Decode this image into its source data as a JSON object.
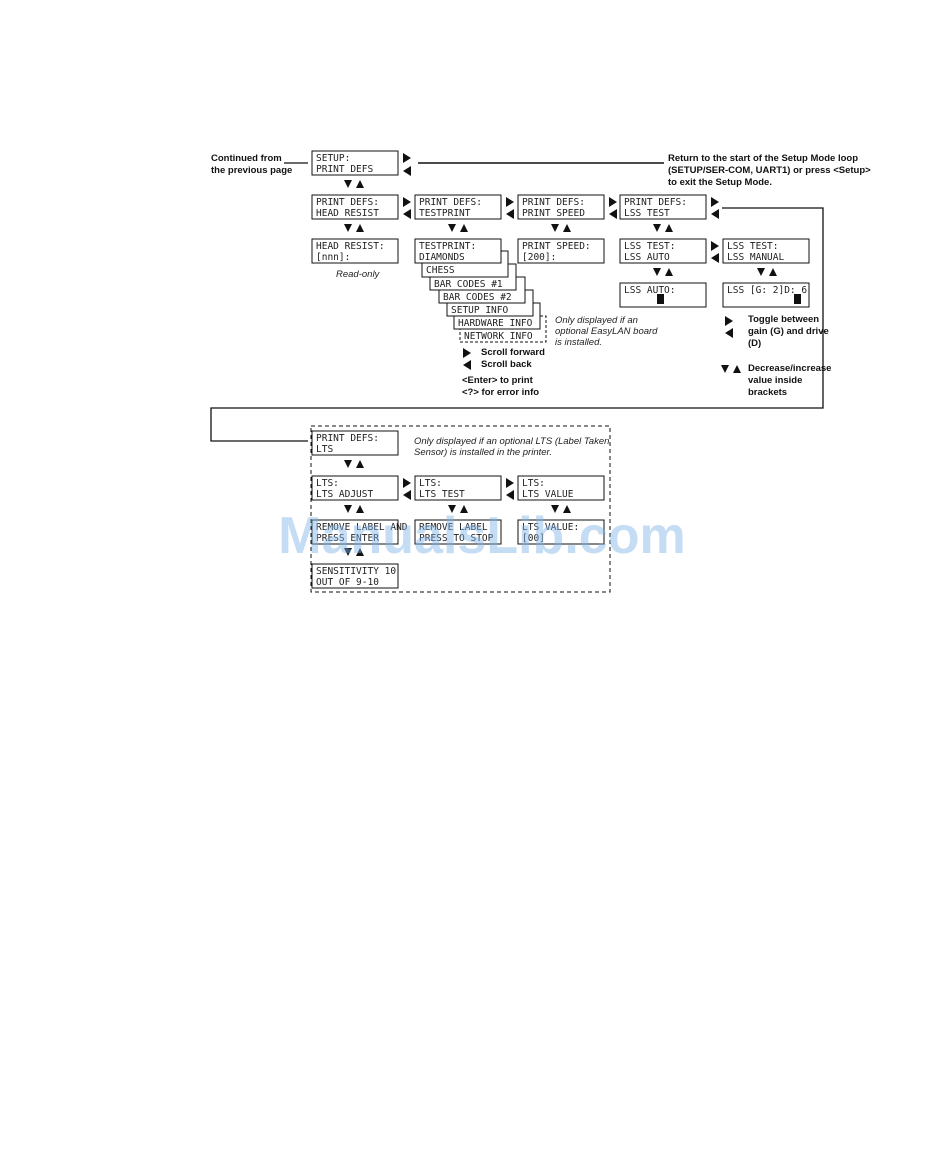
{
  "notes": {
    "continued": [
      "Continued from",
      "the previous page"
    ],
    "return_loop": [
      "Return to the start of the Setup Mode loop",
      "(SETUP/SER-COM, UART1) or press <Setup>",
      "to exit the Setup Mode."
    ],
    "read_only": "Read-only",
    "easylan": [
      "Only displayed if an",
      "optional EasyLAN board",
      "is installed."
    ],
    "scroll_forward": "Scroll forward",
    "scroll_back": "Scroll back",
    "enter_print": "<Enter> to print",
    "error_info": "<?> for error info",
    "toggle": [
      "Toggle between",
      "gain (G) and drive",
      "(D)"
    ],
    "decrease": [
      "Decrease/increase",
      "value inside",
      "brackets"
    ],
    "lts_note": [
      "Only displayed if an optional LTS (Label Taken",
      "Sensor) is installed in the printer."
    ]
  },
  "displays": {
    "setup": [
      "SETUP:",
      "PRINT DEFS"
    ],
    "head_resist_menu": [
      "PRINT DEFS:",
      "HEAD RESIST"
    ],
    "testprint_menu": [
      "PRINT DEFS:",
      "TESTPRINT"
    ],
    "print_speed_menu": [
      "PRINT DEFS:",
      "PRINT SPEED"
    ],
    "lss_test_menu": [
      "PRINT DEFS:",
      "LSS TEST"
    ],
    "head_resist_value": [
      "HEAD RESIST:",
      "[nnn]:"
    ],
    "testprint_value": [
      "TESTPRINT:",
      "DIAMONDS"
    ],
    "print_speed_value": [
      "PRINT SPEED:",
      "[200]:"
    ],
    "lss_auto_menu": [
      "LSS TEST:",
      "LSS AUTO"
    ],
    "lss_manual_menu": [
      "LSS TEST:",
      "LSS MANUAL"
    ],
    "lss_auto_value": [
      "LSS AUTO:",
      ""
    ],
    "lss_manual_value": [
      "LSS  [G: 2]D: 6",
      ""
    ],
    "lts_menu": [
      "PRINT DEFS:",
      "LTS"
    ],
    "lts_adjust": [
      "LTS:",
      "LTS ADJUST"
    ],
    "lts_test": [
      "LTS:",
      "LTS TEST"
    ],
    "lts_value": [
      "LTS:",
      "LTS VALUE"
    ],
    "remove_label": [
      "REMOVE LABEL AND",
      "PRESS ENTER"
    ],
    "remove_label_stop": [
      "REMOVE LABEL",
      "PRESS TO STOP"
    ],
    "lts_value_read": [
      "LTS VALUE:",
      "[00]"
    ],
    "sensitivity": [
      "SENSITIVITY 10",
      "OUT OF 9-10"
    ]
  },
  "testprint_stack": [
    "CHESS",
    "BAR CODES #1",
    "BAR CODES #2",
    "SETUP INFO",
    "HARDWARE INFO",
    "NETWORK INFO"
  ],
  "watermark": "ManualsLib.com"
}
